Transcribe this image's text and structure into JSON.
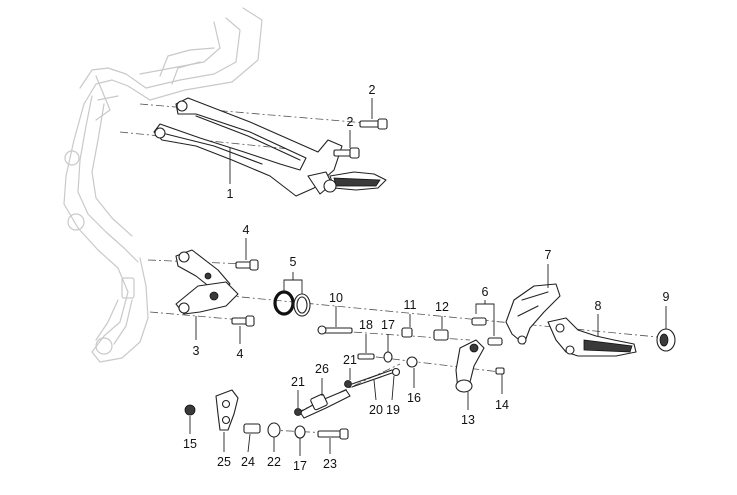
{
  "callouts": [
    {
      "id": "c1",
      "text": "1"
    },
    {
      "id": "c2a",
      "text": "2"
    },
    {
      "id": "c2b",
      "text": "2"
    },
    {
      "id": "c3",
      "text": "3"
    },
    {
      "id": "c4a",
      "text": "4"
    },
    {
      "id": "c4b",
      "text": "4"
    },
    {
      "id": "c5",
      "text": "5"
    },
    {
      "id": "c6",
      "text": "6"
    },
    {
      "id": "c7",
      "text": "7"
    },
    {
      "id": "c8",
      "text": "8"
    },
    {
      "id": "c9",
      "text": "9"
    },
    {
      "id": "c10",
      "text": "10"
    },
    {
      "id": "c11",
      "text": "11"
    },
    {
      "id": "c12",
      "text": "12"
    },
    {
      "id": "c13",
      "text": "13"
    },
    {
      "id": "c14",
      "text": "14"
    },
    {
      "id": "c15",
      "text": "15"
    },
    {
      "id": "c16",
      "text": "16"
    },
    {
      "id": "c17a",
      "text": "17"
    },
    {
      "id": "c17b",
      "text": "17"
    },
    {
      "id": "c18",
      "text": "18"
    },
    {
      "id": "c19",
      "text": "19"
    },
    {
      "id": "c20",
      "text": "20"
    },
    {
      "id": "c21a",
      "text": "21"
    },
    {
      "id": "c21b",
      "text": "21"
    },
    {
      "id": "c22",
      "text": "22"
    },
    {
      "id": "c23",
      "text": "23"
    },
    {
      "id": "c24",
      "text": "24"
    },
    {
      "id": "c25",
      "text": "25"
    },
    {
      "id": "c26",
      "text": "26"
    }
  ]
}
